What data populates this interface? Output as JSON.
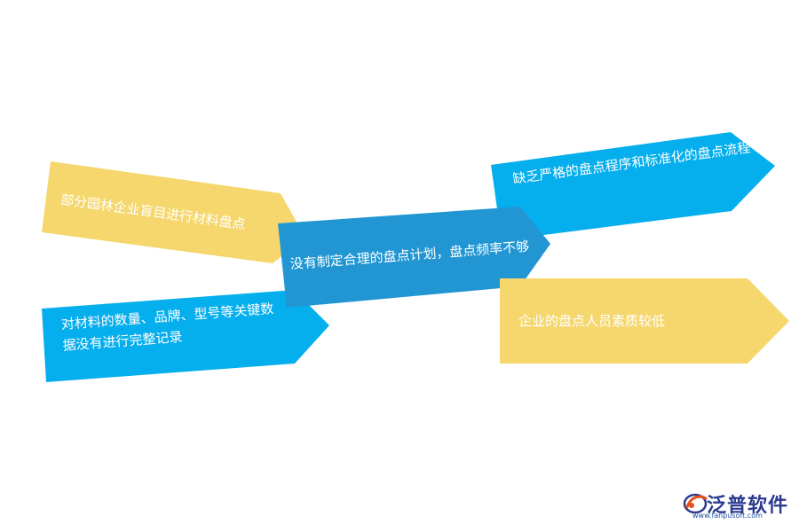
{
  "diagram": {
    "items": [
      {
        "id": "a1",
        "text": "部分园林企业盲目进行材料盘点",
        "color": "#f5d76e"
      },
      {
        "id": "a2",
        "text": "对材料的数量、品牌、型号等关键数据没有进行完整记录",
        "color": "#05aeed"
      },
      {
        "id": "center",
        "text": "没有制定合理的盘点计划，盘点频率不够",
        "color": "#2296d3"
      },
      {
        "id": "b1",
        "text": "缺乏严格的盘点程序和标准化的盘点流程",
        "color": "#05aeed"
      },
      {
        "id": "b2",
        "text": "企业的盘点人员素质较低",
        "color": "#f5d76e"
      }
    ]
  },
  "logo": {
    "name": "泛普软件",
    "url": "www.fanpusoft.com",
    "icon": "fanpu-logo-icon",
    "colors": {
      "text": "#2c3b8f",
      "accent": "#e8501c"
    }
  }
}
